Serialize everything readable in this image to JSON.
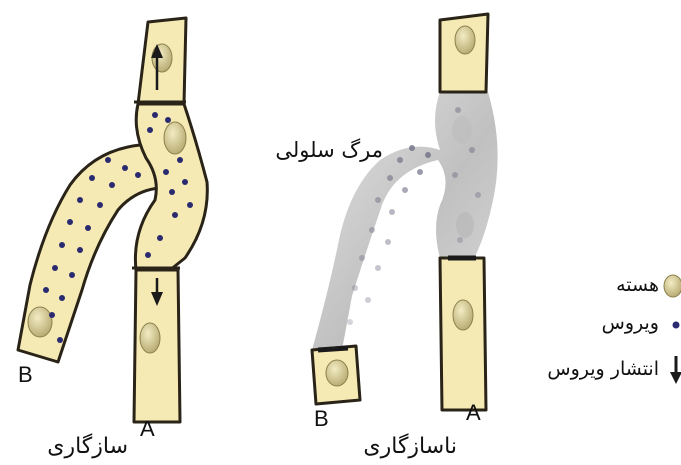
{
  "labels": {
    "compatible": "سازگاری",
    "incompatible": "ناسازگاری",
    "cell_death": "مرگ سلولی",
    "point_a_left": "A",
    "point_b_left": "B",
    "point_a_right": "A",
    "point_b_right": "B"
  },
  "legend": {
    "nucleus": "هسته",
    "virus": "ویروس",
    "virus_spread": "انتشار ویروس"
  },
  "colors": {
    "cell_fill": "#f6eab4",
    "cell_outline": "#2a2418",
    "nucleus": "#cfc48e",
    "virus_dot": "#2a2a70",
    "dead_tissue": "#c8c8c8"
  }
}
